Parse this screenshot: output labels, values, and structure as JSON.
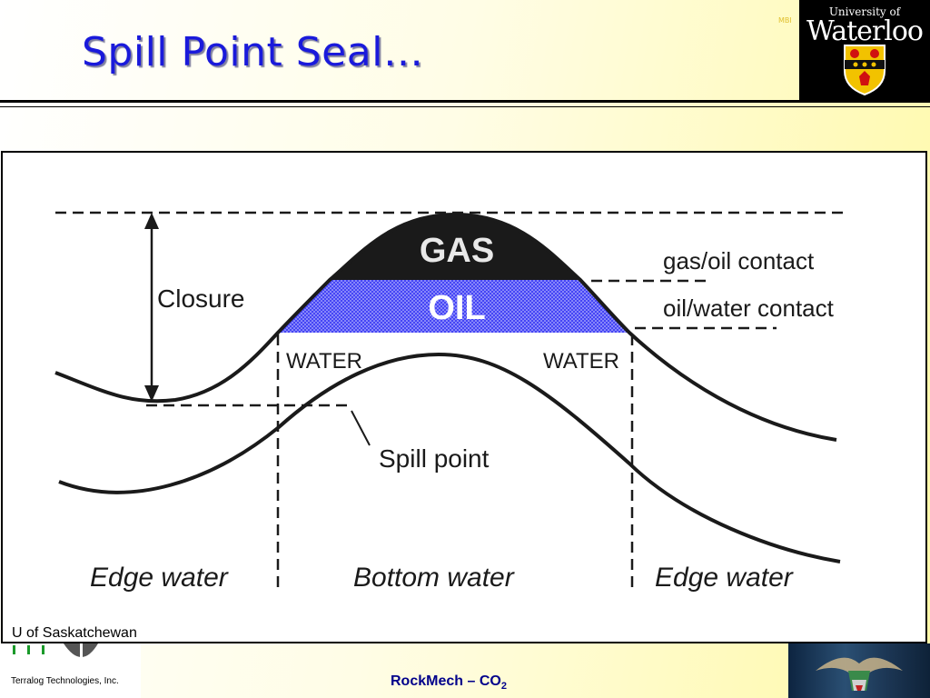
{
  "slide": {
    "title": "Spill Point Seal…",
    "corner_mark": "MBI"
  },
  "logo": {
    "line1": "University of",
    "line2": "Waterloo"
  },
  "diagram": {
    "labels": {
      "gas": "GAS",
      "oil": "OIL",
      "water_left": "WATER",
      "water_right": "WATER",
      "closure": "Closure",
      "gas_oil_contact": "gas/oil contact",
      "oil_water_contact": "oil/water contact",
      "spill_point": "Spill point",
      "edge_water_left": "Edge water",
      "bottom_water": "Bottom water",
      "edge_water_right": "Edge water"
    },
    "colors": {
      "gas": "#1a1a1a",
      "oil": "#3333ee",
      "line": "#1a1a1a"
    },
    "credit": "U of Saskatchewan"
  },
  "footer": {
    "terralog": "Terralog Technologies, Inc.",
    "course_prefix": "RockMech – CO",
    "course_subscript": "2"
  }
}
